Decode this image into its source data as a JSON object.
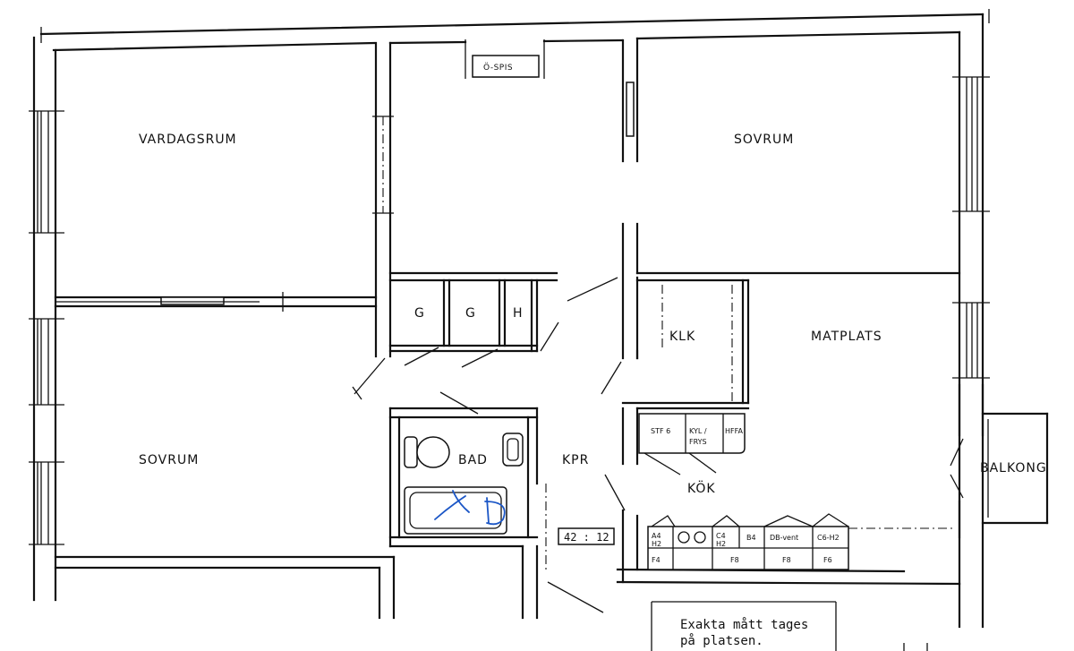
{
  "rooms": {
    "vardagsrum": "VARDAGSRUM",
    "sovrum_upper": "SOVRUM",
    "sovrum_lower": "SOVRUM",
    "bad": "BAD",
    "kpr": "KPR",
    "klk": "KLK",
    "matplats": "MATPLATS",
    "kok": "KÖK",
    "balkong": "BALKONG"
  },
  "closets": {
    "g1": "G",
    "g2": "G",
    "h": "H"
  },
  "fixtures": {
    "ospis": "Ö-SPIS",
    "stf6": "STF 6",
    "kyl_line1": "KYL /",
    "kyl_line2": "FRYS",
    "hffa": "HFFA",
    "a4h2_line1": "A4",
    "a4h2_line2": "H2",
    "c4h2_line1": "C4",
    "c4h2_line2": "H2",
    "b4": "B4",
    "db_vent": "DB-vent",
    "c6h2": "C6-H2",
    "f4": "F4",
    "f8_a": "F8",
    "f8_b": "F8",
    "f6": "F6"
  },
  "dimension": "42 : 12",
  "note": {
    "line1": "Exakta mått tages",
    "line2": "på platsen."
  },
  "annotation": "XD",
  "colors": {
    "ink": "#111111",
    "annotation": "#1b56c6",
    "paper": "#ffffff"
  }
}
